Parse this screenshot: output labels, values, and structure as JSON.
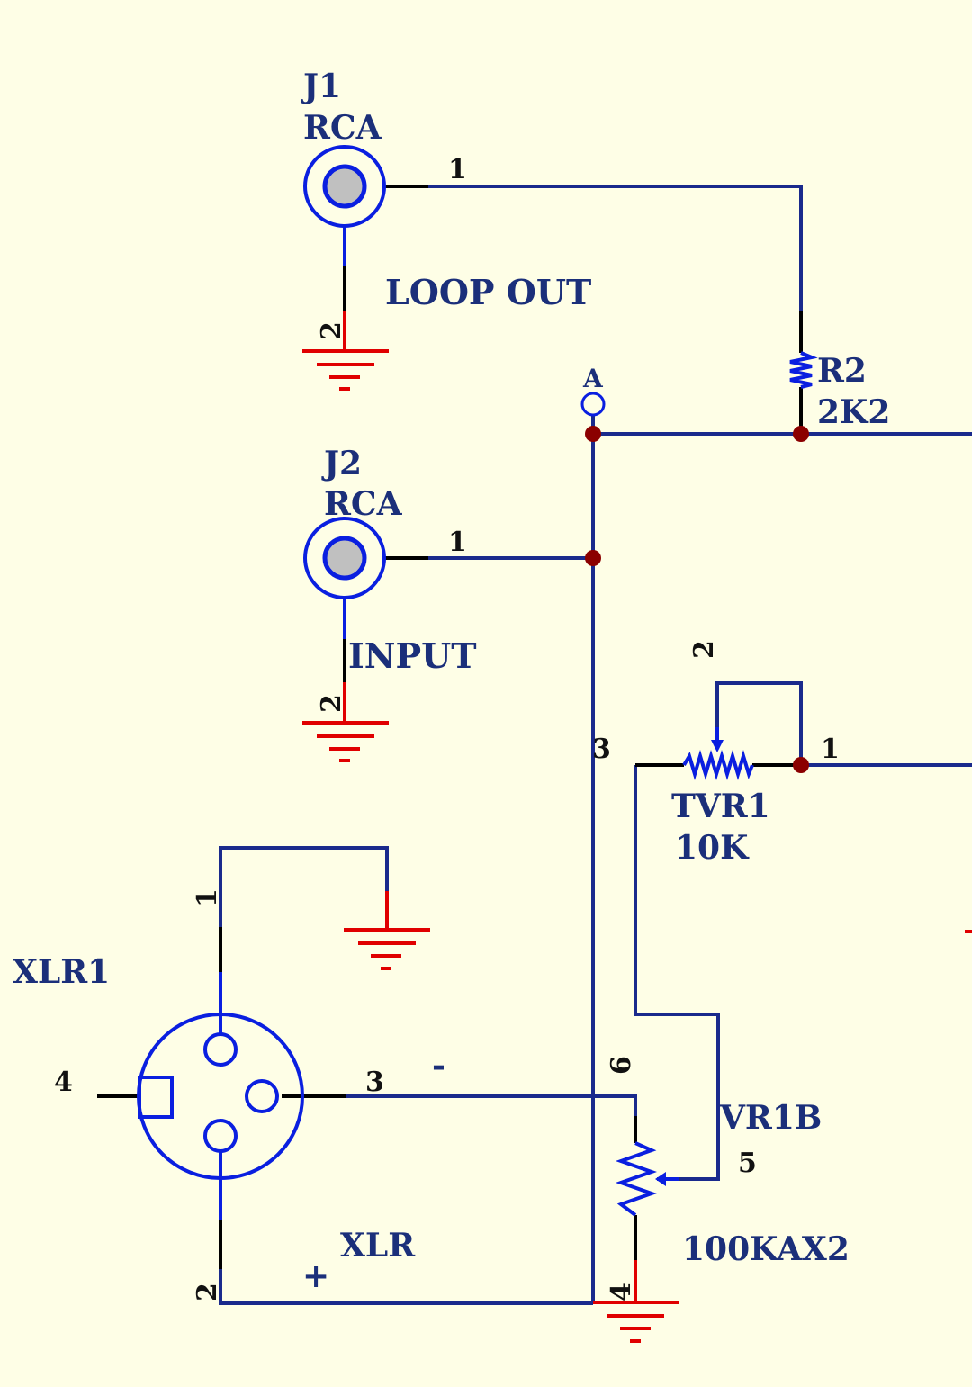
{
  "labels": {
    "j1_ref": "J1",
    "j1_type": "RCA",
    "loop_out": "LOOP OUT",
    "j2_ref": "J2",
    "j2_type": "RCA",
    "input": "INPUT",
    "net_a": "A",
    "r2_ref": "R2",
    "r2_value": "2K2",
    "tvr1_ref": "TVR1",
    "tvr1_value": "10K",
    "xlr1_ref": "XLR1",
    "xlr_type": "XLR",
    "minus": "-",
    "plus": "+",
    "vr1b_ref": "VR1B",
    "vr1b_value": "100KAX2"
  },
  "pins": {
    "j1_pin1": "1",
    "j1_pin2": "2",
    "j2_pin1": "1",
    "j2_pin2": "2",
    "tvr1_pin1": "1",
    "tvr1_pin2": "2",
    "tvr1_pin3": "3",
    "xlr_pin1": "1",
    "xlr_pin2": "2",
    "xlr_pin3": "3",
    "xlr_pin4": "4",
    "vr1b_pin4": "4",
    "vr1b_pin5": "5",
    "vr1b_pin6": "6"
  },
  "colors": {
    "background": "#fefee6",
    "wire": "#1a2a8c",
    "component": "#0a1fe0",
    "ground": "#e00000",
    "junction": "#8b0000",
    "jack_center": "#c0c0c0",
    "label": "#1b2f7a"
  }
}
